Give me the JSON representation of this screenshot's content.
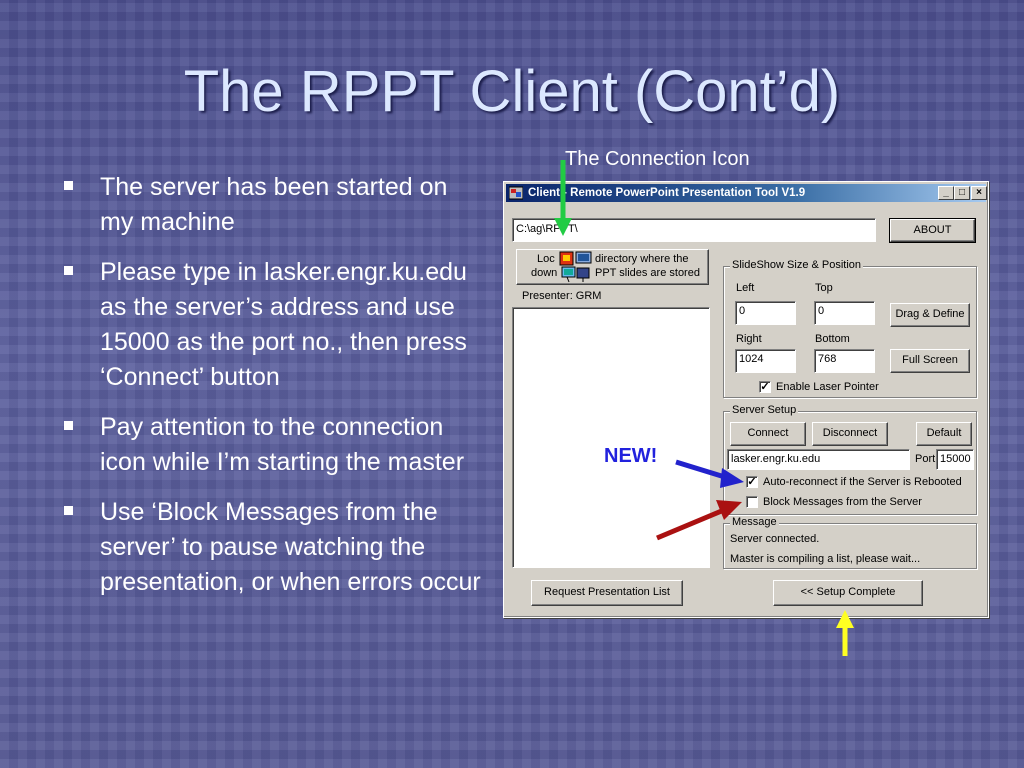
{
  "slide": {
    "title": "The RPPT Client (Cont’d)",
    "bullets": [
      "The server has been started on my machine",
      "Please type in lasker.engr.ku.edu as the server’s address and use 15000 as the port no., then press ‘Connect’ button",
      "Pay attention to the connection icon while I’m starting the master",
      "Use ‘Block Messages from the server’ to pause watching the presentation, or when errors occur"
    ],
    "connection_icon_caption": "The Connection Icon",
    "new_label": "NEW!"
  },
  "window": {
    "title": "Client - Remote PowerPoint Presentation Tool  V1.9",
    "path_value": "C:\\ag\\RPPT\\",
    "about_label": "ABOUT",
    "locate_button": {
      "line1": "Loc",
      "line1_rest": "directory where the",
      "line2": "down",
      "line2_rest": "PPT slides are stored"
    },
    "presenter_label": "Presenter: GRM",
    "slideshow": {
      "legend": "SlideShow Size & Position",
      "left_label": "Left",
      "left_value": "0",
      "top_label": "Top",
      "top_value": "0",
      "right_label": "Right",
      "right_value": "1024",
      "bottom_label": "Bottom",
      "bottom_value": "768",
      "drag_define_label": "Drag & Define",
      "full_screen_label": "Full Screen",
      "laser_label": "Enable Laser Pointer",
      "laser_checked": true
    },
    "server_setup": {
      "legend": "Server Setup",
      "connect_label": "Connect",
      "disconnect_label": "Disconnect",
      "default_label": "Default",
      "server_value": "lasker.engr.ku.edu",
      "port_label": "Port",
      "port_value": "15000",
      "auto_reconnect_label": "Auto-reconnect if the Server is Rebooted",
      "auto_reconnect_checked": true,
      "block_messages_label": "Block Messages from the Server",
      "block_messages_checked": false
    },
    "message": {
      "legend": "Message",
      "line1": "Server connected.",
      "line2": "Master is compiling a list, please wait..."
    },
    "request_list_label": "Request Presentation List",
    "setup_complete_label": "<<  Setup Complete"
  },
  "colors": {
    "slide_background": "#5a5d98",
    "title_text": "#dce8ff",
    "titlebar_start": "#0a246a",
    "arrow_green": "#22cc44",
    "arrow_blue": "#2222cc",
    "arrow_red": "#aa1111",
    "arrow_yellow": "#ffff22",
    "new_label": "#2222dd"
  }
}
